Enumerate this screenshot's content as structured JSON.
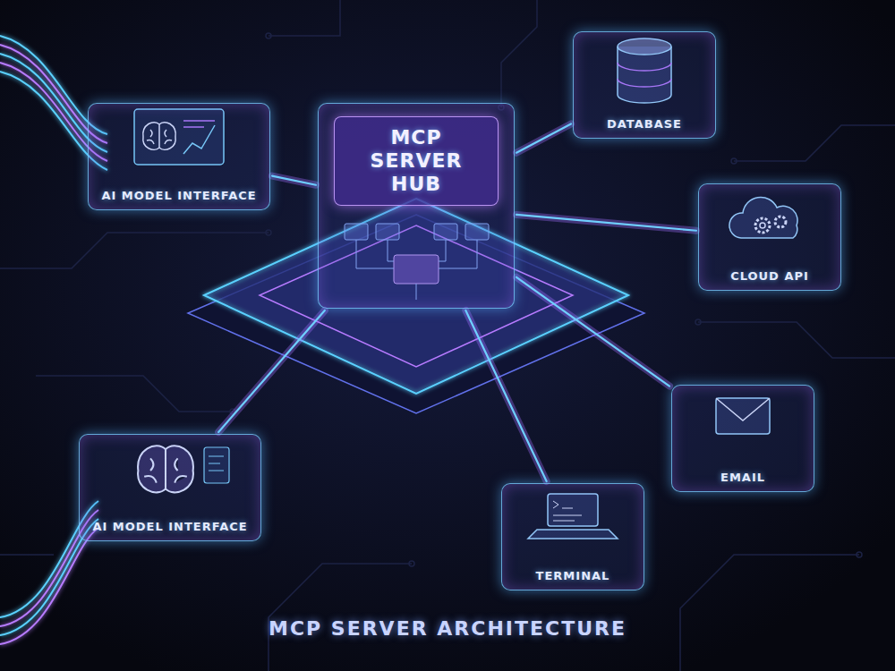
{
  "diagram": {
    "title": "MCP SERVER ARCHITECTURE",
    "nodes": [
      {
        "text": [
          "MCP SERVER HUB"
        ]
      },
      {
        "text": [
          "AI MODEL INTERFACE"
        ]
      },
      {
        "text": [
          "DATABASE"
        ]
      },
      {
        "text": [
          "CLOUD API"
        ]
      },
      {
        "text": [
          "EMAIL"
        ]
      },
      {
        "text": [
          "AI MODEL INTERFACE"
        ]
      },
      {
        "text": [
          "TERMINAL"
        ]
      }
    ],
    "edges": [
      {
        "from": 1,
        "to": 0,
        "arrow": "none"
      },
      {
        "from": 5,
        "to": 0,
        "arrow": "none"
      },
      {
        "from": 0,
        "to": 2,
        "arrow": "none"
      },
      {
        "from": 0,
        "to": 3,
        "arrow": "none"
      },
      {
        "from": 0,
        "to": 4,
        "arrow": "none"
      },
      {
        "from": 0,
        "to": 6,
        "arrow": "none"
      }
    ]
  }
}
